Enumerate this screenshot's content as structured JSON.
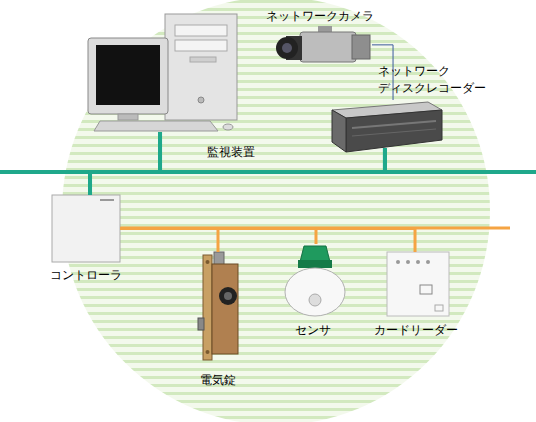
{
  "diagram": {
    "nodes": [
      {
        "text": [
          "監視装置"
        ]
      },
      {
        "text": [
          "ネットワークカメラ"
        ]
      },
      {
        "text": [
          "ネットワーク ディスクレコーダー"
        ]
      },
      {
        "text": [
          "コントローラ"
        ]
      },
      {
        "text": [
          "電気錠"
        ]
      },
      {
        "text": [
          "センサ"
        ]
      },
      {
        "text": [
          "カードリーダー"
        ]
      }
    ],
    "edges": [
      {
        "from": 1,
        "to": 2,
        "arrow": "none"
      },
      {
        "from": 0,
        "to": 2,
        "arrow": "none"
      },
      {
        "from": 0,
        "to": 3,
        "arrow": "none"
      },
      {
        "from": 2,
        "to": 3,
        "arrow": "none"
      },
      {
        "from": 3,
        "to": 4,
        "arrow": "none"
      },
      {
        "from": 3,
        "to": 5,
        "arrow": "none"
      },
      {
        "from": 3,
        "to": 6,
        "arrow": "none"
      }
    ]
  }
}
